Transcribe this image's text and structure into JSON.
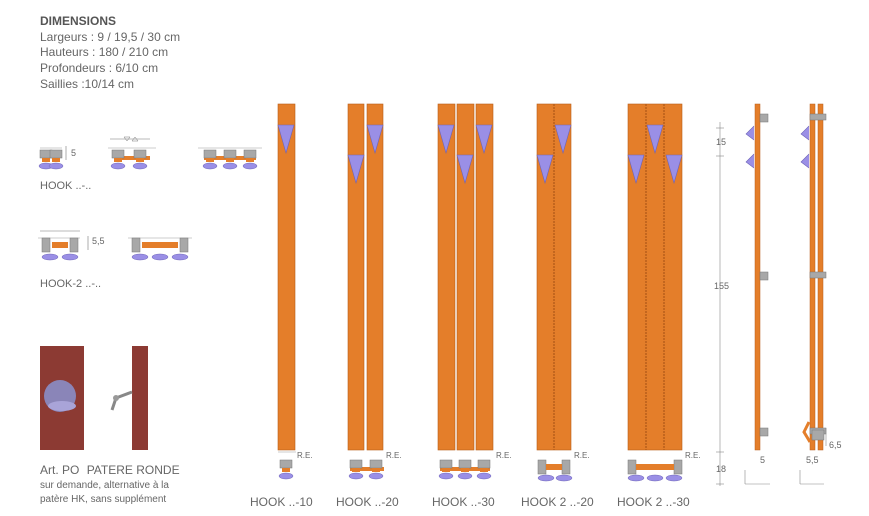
{
  "dimensions": {
    "title": "DIMENSIONS",
    "lines": [
      "Largeurs : 9 / 19,5 / 30 cm",
      "Hauteurs : 180 / 210 cm",
      "Profondeurs : 6/10 cm",
      "Saillies :10/14 cm"
    ]
  },
  "hook_section": {
    "label": "HOOK ..-..",
    "dim5": "5"
  },
  "hook2_section": {
    "label": "HOOK-2 ..-..",
    "dim55": "5,5"
  },
  "art_po": {
    "code": "Art. PO",
    "name": "PATERE RONDE",
    "line1": "sur demande, alternative à la",
    "line2": "patère HK, sans supplément"
  },
  "re_label": "R.E.",
  "models": [
    "HOOK ..-10",
    "HOOK ..-20",
    "HOOK ..-30",
    "HOOK 2 ..-20",
    "HOOK 2 ..-30"
  ],
  "side_dims": {
    "d15": "15",
    "d155": "155",
    "d18": "18",
    "d5": "5",
    "d55": "5,5",
    "d65": "6,5"
  },
  "colors": {
    "orange": "#E47E2A",
    "purple": "#9A8FE6",
    "grey": "#A8A8A8",
    "brown": "#8C3A33"
  }
}
